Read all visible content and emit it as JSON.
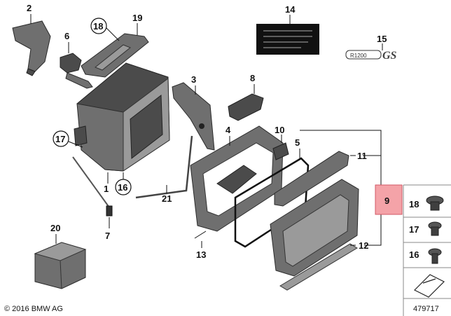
{
  "callouts": [
    {
      "id": "2",
      "text": "2"
    },
    {
      "id": "6",
      "text": "6"
    },
    {
      "id": "18",
      "text": "18",
      "circled": true
    },
    {
      "id": "19",
      "text": "19"
    },
    {
      "id": "14",
      "text": "14"
    },
    {
      "id": "15",
      "text": "15"
    },
    {
      "id": "3",
      "text": "3"
    },
    {
      "id": "8",
      "text": "8"
    },
    {
      "id": "4",
      "text": "4"
    },
    {
      "id": "10",
      "text": "10"
    },
    {
      "id": "5",
      "text": "5"
    },
    {
      "id": "11",
      "text": "11"
    },
    {
      "id": "9",
      "text": "9",
      "highlighted": true
    },
    {
      "id": "17a",
      "text": "17",
      "circled": true
    },
    {
      "id": "1",
      "text": "1"
    },
    {
      "id": "16a",
      "text": "16",
      "circled": true
    },
    {
      "id": "21",
      "text": "21"
    },
    {
      "id": "7",
      "text": "7"
    },
    {
      "id": "13",
      "text": "13"
    },
    {
      "id": "12",
      "text": "12"
    },
    {
      "id": "20",
      "text": "20"
    },
    {
      "id": "18b",
      "text": "18"
    },
    {
      "id": "17b",
      "text": "17"
    },
    {
      "id": "16b",
      "text": "16"
    }
  ],
  "model_badge": {
    "prefix": "R1200",
    "suffix": "GS"
  },
  "copyright": "© 2016 BMW AG",
  "diagram_id": "479717",
  "colors": {
    "highlight_fill": "#f4a3a8",
    "highlight_stroke": "#d25a66",
    "part_gray": "#6f6f6f"
  }
}
